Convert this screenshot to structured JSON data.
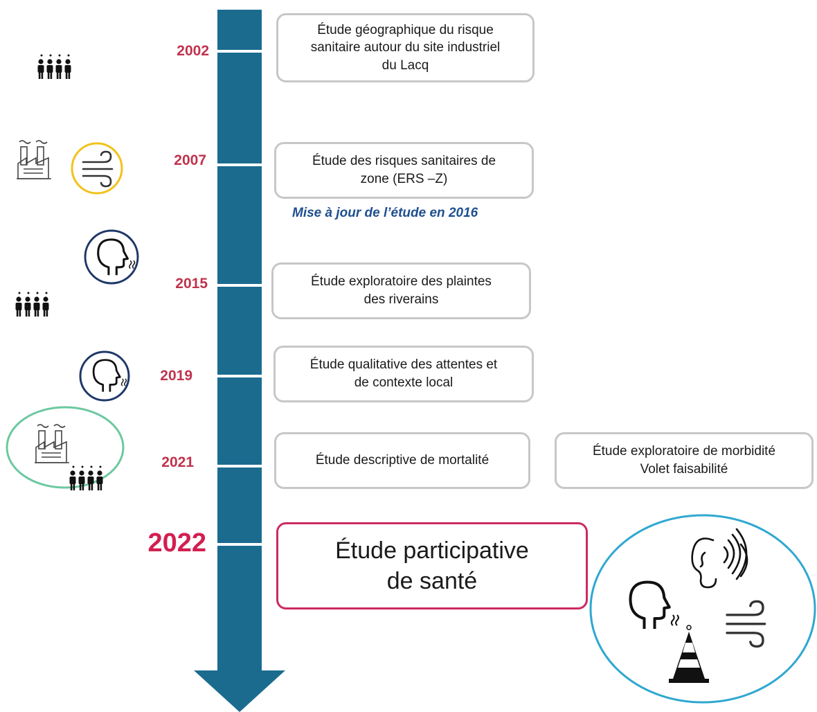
{
  "colors": {
    "arrow": "#1b6b8f",
    "year": "#c0334d",
    "year_highlight": "#d21f4f",
    "box_border": "#c7c7c7",
    "box_highlight": "#cc2a62",
    "note": "#1f4f8f",
    "circle_yellow": "#f2c21b",
    "circle_navy": "#1f3769",
    "circle_green": "#6cc8a0",
    "circle_cyan": "#2fa8d0"
  },
  "years": [
    {
      "label": "2002"
    },
    {
      "label": "2007"
    },
    {
      "label": "2015"
    },
    {
      "label": "2019"
    },
    {
      "label": "2021"
    },
    {
      "label": "2022"
    }
  ],
  "studies": [
    {
      "text": "Étude géographique du risque\nsanitaire autour du site industriel\ndu Lacq"
    },
    {
      "text": "Étude des risques sanitaires de\nzone (ERS –Z)"
    },
    {
      "text": "Étude exploratoire des plaintes\ndes riverains"
    },
    {
      "text": "Étude qualitative des attentes et\nde contexte local"
    },
    {
      "text": "Étude descriptive de mortalité"
    },
    {
      "text": "Étude exploratoire de morbidité\nVolet faisabilité"
    },
    {
      "text": "Étude participative\nde santé"
    }
  ],
  "update_note": "Mise à jour de l’étude en  2016",
  "icons": {
    "population": "population-icon",
    "factory": "factory-icon",
    "wind": "wind-icon",
    "odor": "odor-head-icon",
    "ear": "ear-noise-icon",
    "cone": "warning-cone-icon"
  }
}
